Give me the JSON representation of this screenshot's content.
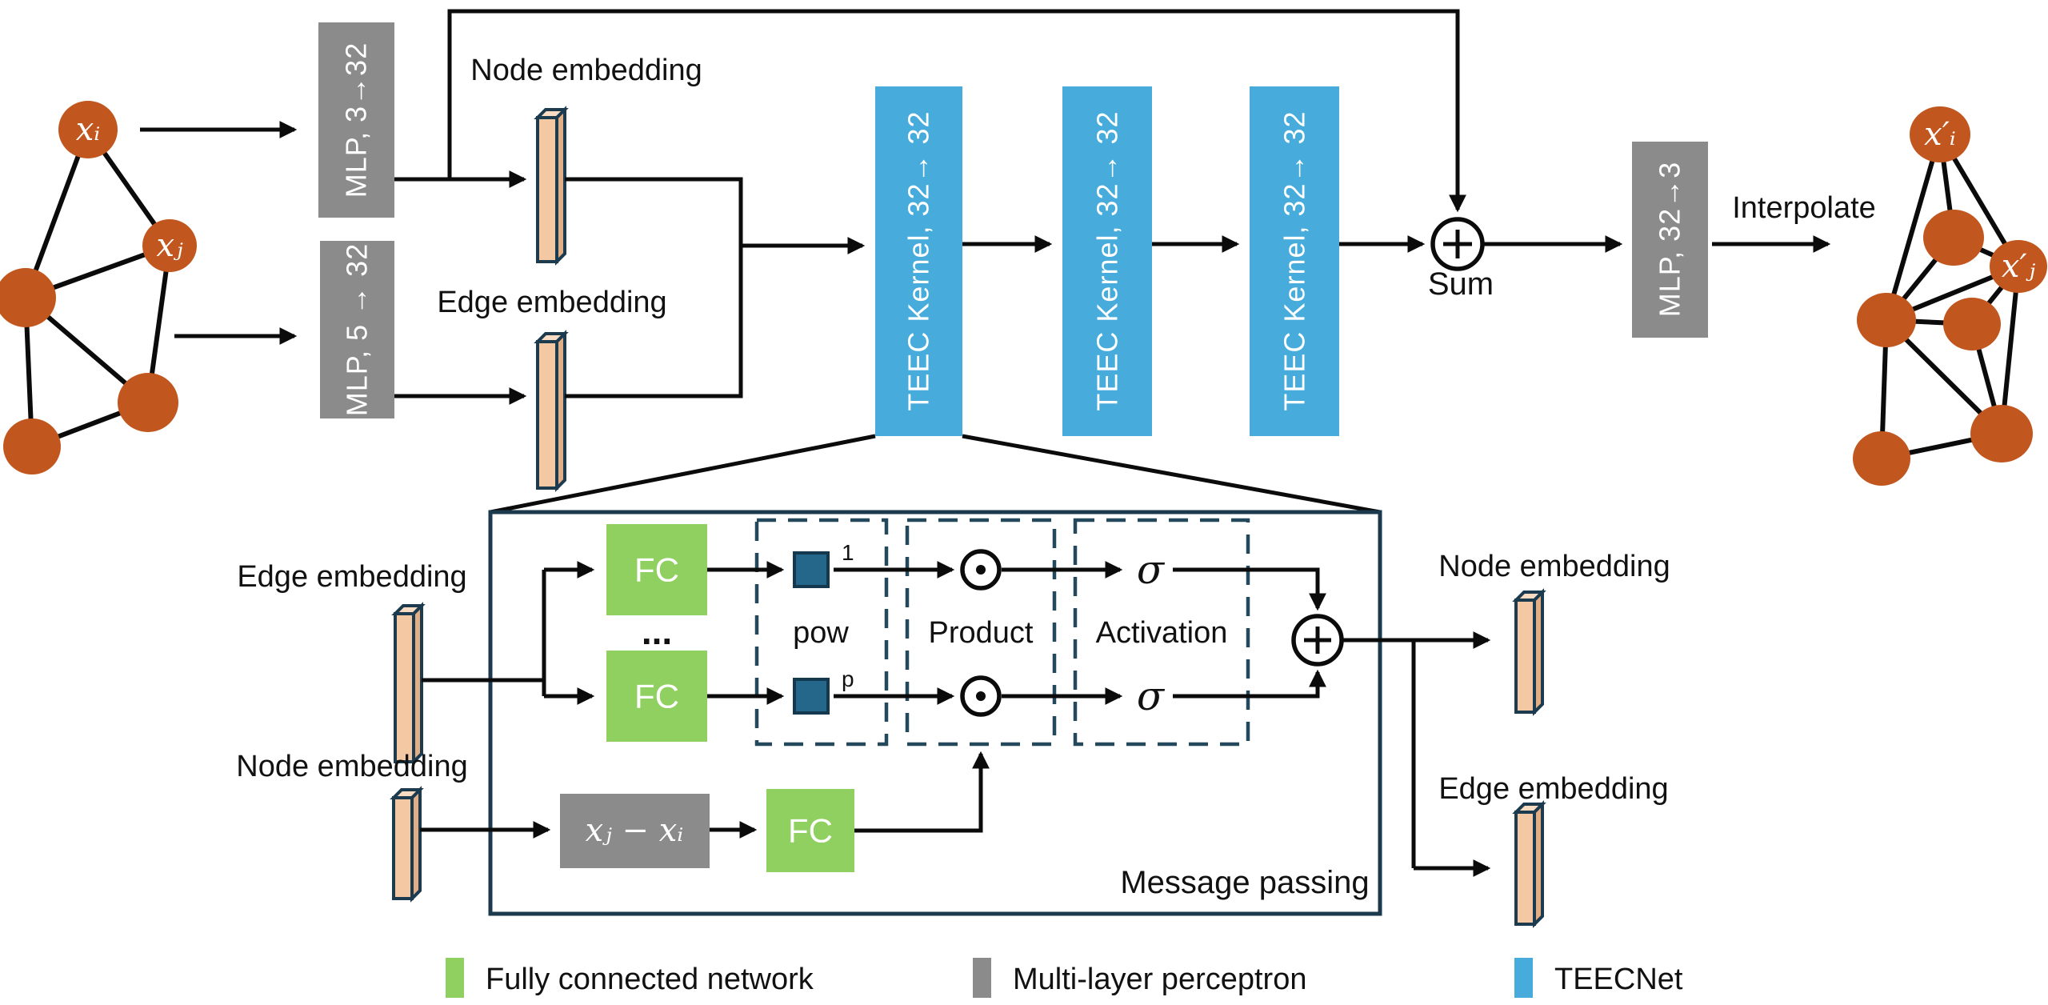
{
  "pipeline": {
    "node_embedding_label": "Node embedding",
    "edge_embedding_label": "Edge embedding",
    "mlp_node_encoder": "MLP, 3→32",
    "mlp_edge_encoder": "MLP, 5 → 32",
    "teec_kernel": "TEEC Kernel, 32→ 32",
    "sum_label": "Sum",
    "mlp_decoder": "MLP, 32→3",
    "interpolate_label": "Interpolate"
  },
  "input_graph": {
    "node_i": "xᵢ",
    "node_j": "xⱼ"
  },
  "output_graph": {
    "node_i": "x′ᵢ",
    "node_j": "x′ⱼ"
  },
  "message_passing": {
    "edge_embedding_in": "Edge embedding",
    "node_embedding_in": "Node embedding",
    "fc_label": "FC",
    "ellipsis": "...",
    "pow_label": "pow",
    "pow_exp_first": "1",
    "pow_exp_last": "p",
    "product_label": "Product",
    "activation_label": "Activation",
    "sigma": "σ",
    "node_diff": "xⱼ − xᵢ",
    "node_embedding_out": "Node embedding",
    "edge_embedding_out": "Edge embedding",
    "box_label": "Message passing"
  },
  "legend": {
    "items": [
      {
        "label": "Fully connected network",
        "color": "#8FD060"
      },
      {
        "label": "Multi-layer perceptron",
        "color": "#8B8B8B"
      },
      {
        "label": "TEECNet",
        "color": "#47ACDB"
      }
    ]
  },
  "colors": {
    "graph_node": "#C1561E",
    "mlp_box": "#8B8B8B",
    "kernel_box": "#47ACDB",
    "fc_box": "#8FD060",
    "embedding_bar": "#F5C8A4",
    "outline": "#1B3A4D"
  }
}
